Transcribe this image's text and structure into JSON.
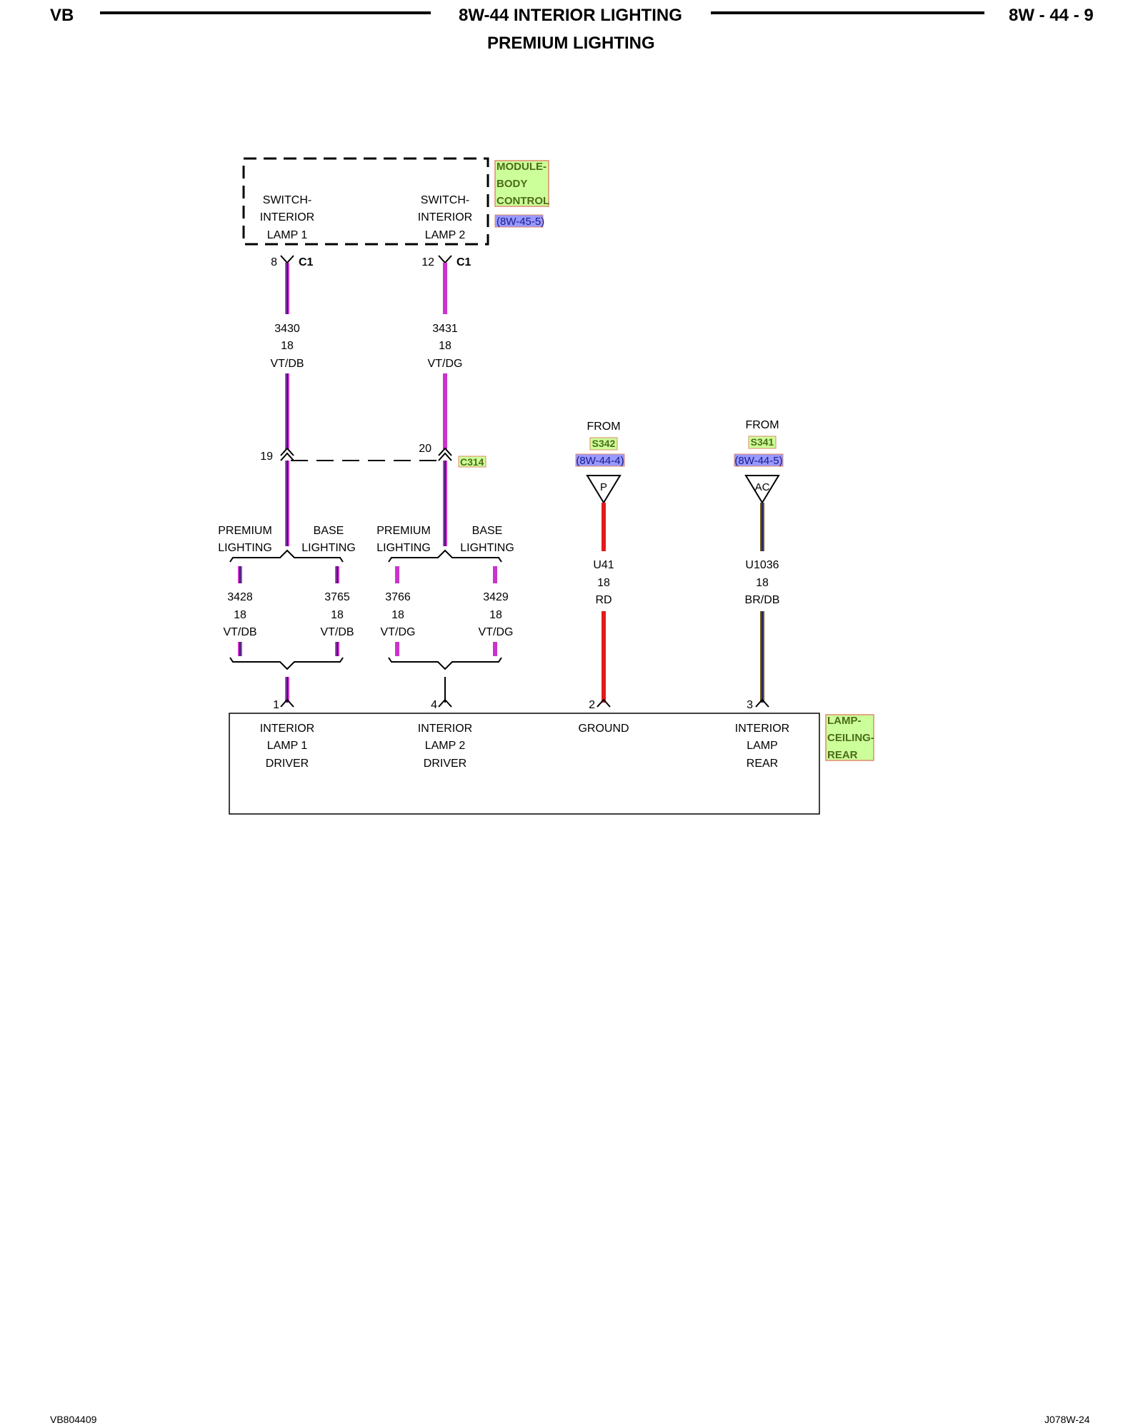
{
  "header": {
    "left": "VB",
    "title": "8W-44 INTERIOR LIGHTING",
    "subtitle": "PREMIUM LIGHTING",
    "right": "8W - 44 - 9"
  },
  "footer": {
    "left": "VB804409",
    "right": "J078W-24"
  },
  "module": {
    "tag_lines": [
      "MODULE-",
      "BODY",
      "CONTROL"
    ],
    "ref": "(8W-45-5)",
    "switch1_lines": [
      "SWITCH-",
      "INTERIOR",
      "LAMP 1"
    ],
    "switch2_lines": [
      "SWITCH-",
      "INTERIOR",
      "LAMP 2"
    ],
    "pin1": "8",
    "pin1_conn": "C1",
    "pin2": "12",
    "pin2_conn": "C1"
  },
  "wires_upper": [
    {
      "circuit": "3430",
      "gauge": "18",
      "color": "VT/DB"
    },
    {
      "circuit": "3431",
      "gauge": "18",
      "color": "VT/DG"
    }
  ],
  "connector_c314": {
    "label": "C314",
    "pin_left": "19",
    "pin_right": "20"
  },
  "splice_groups": [
    {
      "premium_lines": [
        "PREMIUM",
        "LIGHTING"
      ],
      "base_lines": [
        "BASE",
        "LIGHTING"
      ],
      "wires": [
        {
          "circuit": "3428",
          "gauge": "18",
          "color": "VT/DB"
        },
        {
          "circuit": "3765",
          "gauge": "18",
          "color": "VT/DB"
        }
      ]
    },
    {
      "premium_lines": [
        "PREMIUM",
        "LIGHTING"
      ],
      "base_lines": [
        "BASE",
        "LIGHTING"
      ],
      "wires": [
        {
          "circuit": "3766",
          "gauge": "18",
          "color": "VT/DG"
        },
        {
          "circuit": "3429",
          "gauge": "18",
          "color": "VT/DG"
        }
      ]
    }
  ],
  "feeds": [
    {
      "from": "FROM",
      "splice": "S342",
      "ref": "(8W-44-4)",
      "symbol": "P",
      "circuit": "U41",
      "gauge": "18",
      "color": "RD"
    },
    {
      "from": "FROM",
      "splice": "S341",
      "ref": "(8W-44-5)",
      "symbol": "AC",
      "circuit": "U1036",
      "gauge": "18",
      "color": "BR/DB"
    }
  ],
  "lamp": {
    "tag_lines": [
      "LAMP-",
      "CEILING-",
      "REAR"
    ],
    "pins": [
      {
        "pin": "1",
        "lines": [
          "INTERIOR",
          "LAMP 1",
          "DRIVER"
        ]
      },
      {
        "pin": "4",
        "lines": [
          "INTERIOR",
          "LAMP 2",
          "DRIVER"
        ]
      },
      {
        "pin": "2",
        "lines": [
          "GROUND"
        ]
      },
      {
        "pin": "3",
        "lines": [
          "INTERIOR",
          "LAMP",
          "REAR"
        ]
      }
    ]
  },
  "colors": {
    "violet": "#cc33cc",
    "wire_stripe": "#222266",
    "red": "#e41b1b",
    "brown": "#6b5a1e",
    "tag_fill": "#ccff99",
    "tag_border": "#e08a6a",
    "ref_fill": "#9999ff"
  }
}
